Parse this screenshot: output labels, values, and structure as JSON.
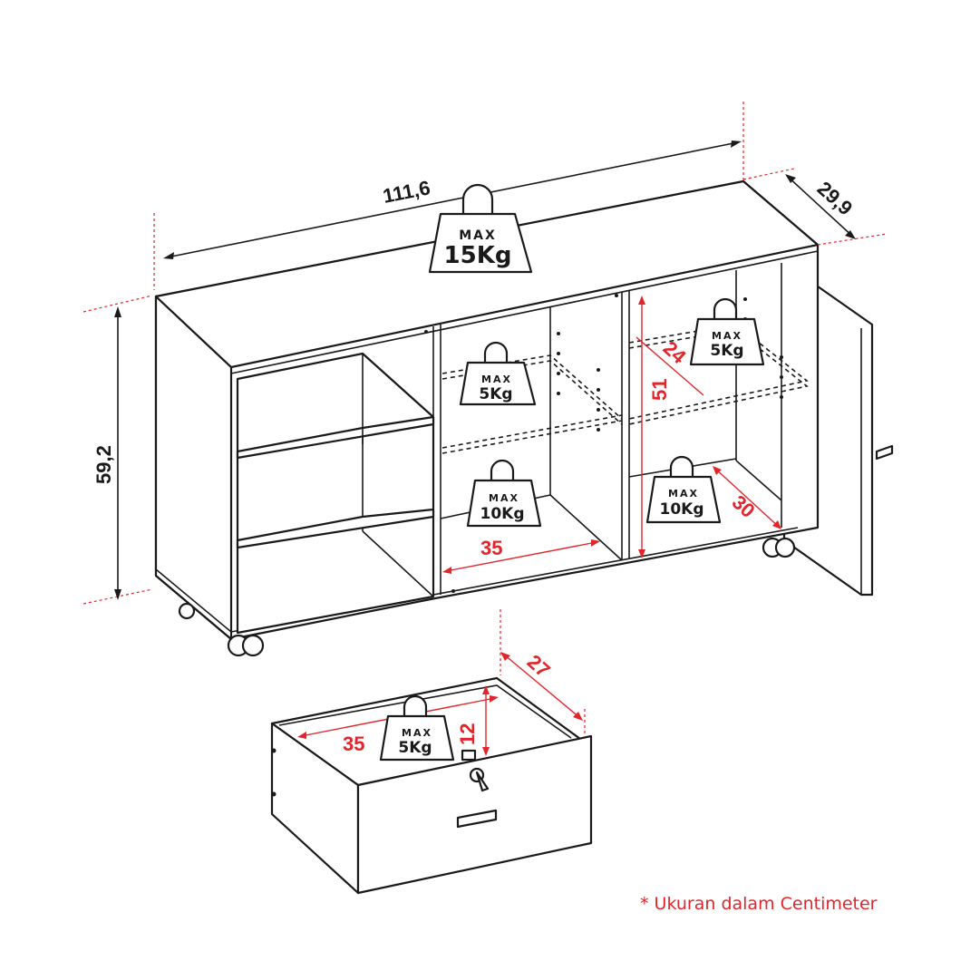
{
  "colors": {
    "accent": "#e0262d",
    "line": "#1a1a1a",
    "background": "#ffffff"
  },
  "dimensions": {
    "width": "111,6",
    "depth": "29,9",
    "height": "59,2",
    "shelf_depth": "24",
    "inner_height": "51",
    "compartment_width": "35",
    "compartment_depth": "30",
    "drawer_depth": "27",
    "drawer_width": "35",
    "drawer_height": "12"
  },
  "weights": {
    "max_label": "MAX",
    "top": "15Kg",
    "middle_shelf": "5Kg",
    "middle_bottom": "10Kg",
    "right_shelf": "5Kg",
    "right_bottom": "10Kg",
    "drawer": "5Kg"
  },
  "note": "* Ukuran dalam Centimeter"
}
